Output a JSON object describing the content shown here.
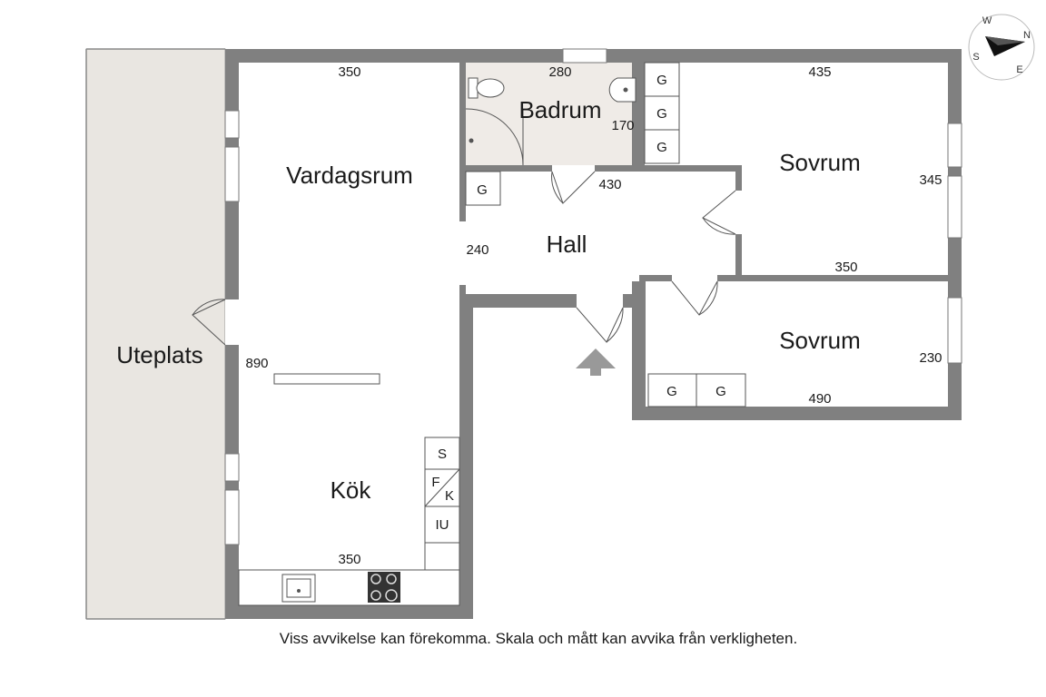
{
  "rooms": {
    "uteplats": "Uteplats",
    "vardagsrum": "Vardagsrum",
    "kok": "Kök",
    "badrum": "Badrum",
    "hall": "Hall",
    "sovrum1": "Sovrum",
    "sovrum2": "Sovrum"
  },
  "dimensions": {
    "vardagsrum_width": "350",
    "vardagsrum_length": "890",
    "kok_width": "350",
    "badrum_width": "280",
    "badrum_depth": "170",
    "hall_width": "430",
    "hall_depth": "240",
    "sovrum1_width_top": "435",
    "sovrum1_depth": "345",
    "sovrum1_width_bottom": "350",
    "sovrum2_depth": "230",
    "sovrum2_width": "490"
  },
  "fixtures": {
    "wardrobe": "G",
    "stove_label": "S",
    "fridge_label": "F",
    "freezer_label": "K",
    "appliance_label": "IU"
  },
  "compass": {
    "n": "N",
    "e": "E",
    "s": "S",
    "w": "W"
  },
  "disclaimer": "Viss avvikelse kan förekomma. Skala och mått kan avvika från verkligheten.",
  "colors": {
    "wall": "#808080",
    "patio": "#e9e6e1",
    "bathroom": "#efebe7"
  }
}
